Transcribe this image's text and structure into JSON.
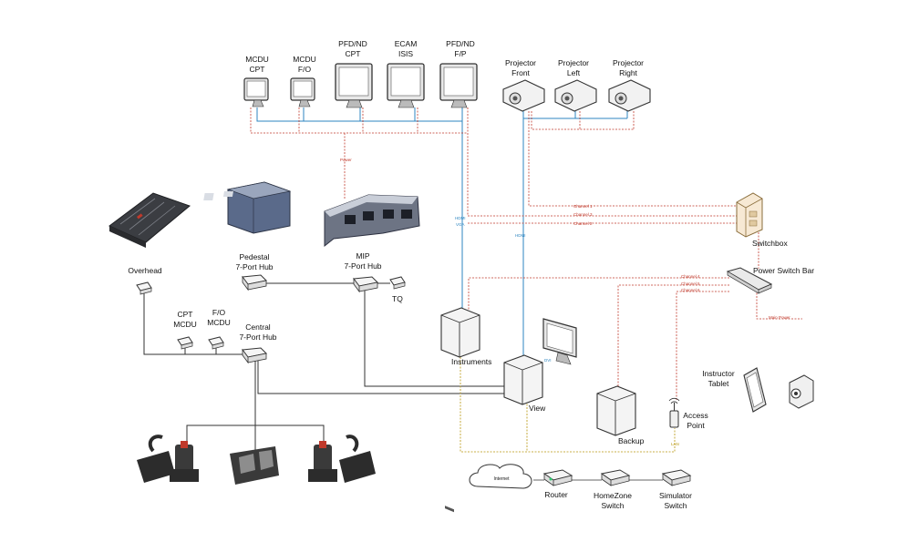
{
  "monitors": {
    "mcdu_cpt": [
      "MCDU",
      "CPT"
    ],
    "mcdu_fo": [
      "MCDU",
      "F/O"
    ],
    "pfd_cpt": [
      "PFD/ND",
      "CPT"
    ],
    "ecam": [
      "ECAM",
      "ISIS"
    ],
    "pfd_fo": [
      "PFD/ND",
      "F/P"
    ]
  },
  "projectors": {
    "front": [
      "Projector",
      "Front"
    ],
    "left": [
      "Projector",
      "Left"
    ],
    "right": [
      "Projector",
      "Right"
    ]
  },
  "links": {
    "power": "Power",
    "hdmi": "HDMI",
    "vga": "VGA",
    "hdmi2": "HDMI",
    "dvi": "DVI",
    "lan": "LAN",
    "channel_1": "Channel 1",
    "channel_3": "Channel 3",
    "channel_2": "Channel 2",
    "channel_4": "Channel 4",
    "channel_5": "Channel 5",
    "channel_6": "Channel 6",
    "main_power": "Main Power"
  },
  "nodes": {
    "switchbox": "Switchbox",
    "power_switch_bar": "Power Switch Bar",
    "pedestal_hub": [
      "Pedestal",
      "7-Port Hub"
    ],
    "mip_hub": [
      "MIP",
      "7-Port Hub"
    ],
    "tq": "TQ",
    "overhead": "Overhead",
    "cpt_mcdu": [
      "CPT",
      "MCDU"
    ],
    "fo_mcdu": [
      "F/O",
      "MCDU"
    ],
    "central_hub": [
      "Central",
      "7-Port Hub"
    ],
    "instruments": "Instruments",
    "view": "View",
    "backup": "Backup",
    "instructor_tablet": [
      "Instructor",
      "Tablet"
    ],
    "access_point": [
      "Access",
      "Point"
    ],
    "internet": "Internet",
    "router": "Router",
    "homezone_switch": [
      "HomeZone",
      "Switch"
    ],
    "simulator_switch": [
      "Simulator",
      "Switch"
    ]
  },
  "colors": {
    "power_line": "#c0392b",
    "video_line": "#2e86c1",
    "lan_line": "#b7950b",
    "data_line": "#333333"
  }
}
